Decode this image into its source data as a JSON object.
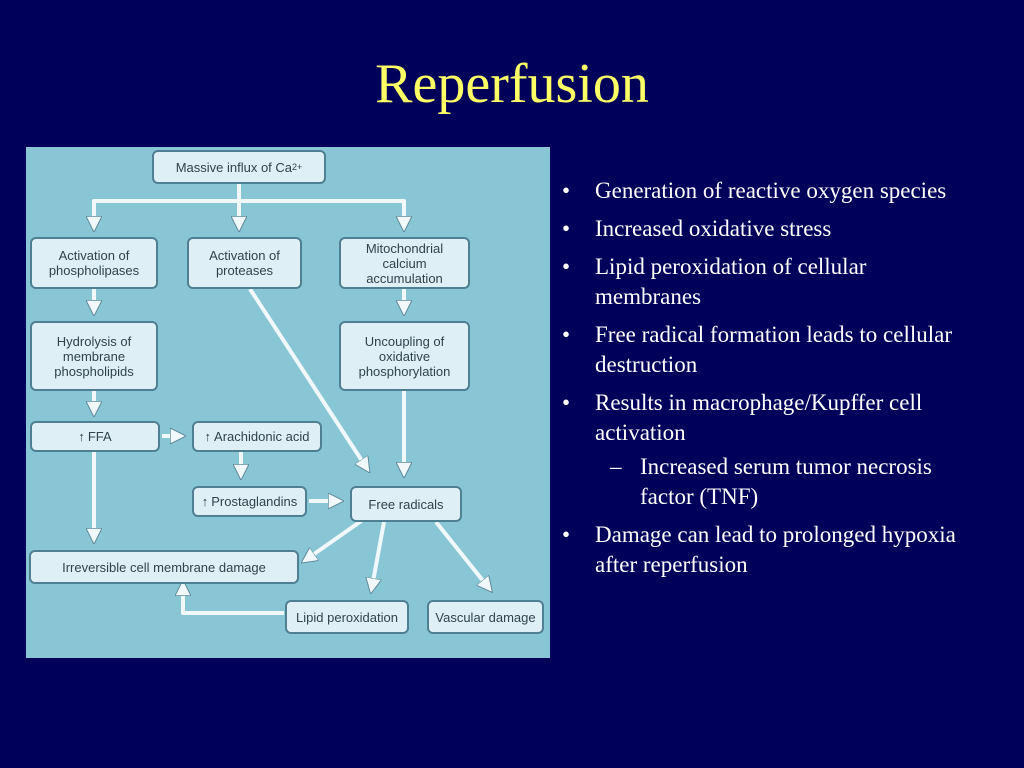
{
  "slide": {
    "title": "Reperfusion"
  },
  "diagram": {
    "nodes": {
      "calcium": {
        "text": "Massive influx of Ca",
        "sup": "2+"
      },
      "phospholipases": {
        "text": "Activation of phospholipases"
      },
      "proteases": {
        "text": "Activation of proteases"
      },
      "mito": {
        "text": "Mitochondrial calcium accumulation"
      },
      "hydrolysis": {
        "text": "Hydrolysis of membrane phospholipids"
      },
      "uncoupling": {
        "text": "Uncoupling of oxidative phosphorylation"
      },
      "ffa": {
        "text": "FFA"
      },
      "arachidonic": {
        "text": "Arachidonic acid"
      },
      "prostaglandins": {
        "text": "Prostaglandins"
      },
      "radicals": {
        "text": "Free radicals"
      },
      "irreversible": {
        "text": "Irreversible cell membrane damage"
      },
      "lipid": {
        "text": "Lipid peroxidation"
      },
      "vascular": {
        "text": "Vascular damage"
      }
    },
    "increase_symbol": "↑"
  },
  "bullets": [
    {
      "text": "Generation of reactive oxygen species"
    },
    {
      "text": "Increased oxidative stress"
    },
    {
      "text": "Lipid peroxidation of cellular membranes"
    },
    {
      "text": "Free radical formation leads to cellular destruction"
    },
    {
      "text": "Results in macrophage/Kupffer cell activation",
      "sub": [
        {
          "text": "Increased serum tumor necrosis factor (TNF)"
        }
      ]
    },
    {
      "text": "Damage can lead to prolonged hypoxia after reperfusion"
    }
  ],
  "symbols": {
    "bullet": "•",
    "dash": "–"
  },
  "colors": {
    "background": "#00005a",
    "title": "#ffff66",
    "figure_background": "#88c6d6",
    "box_fill": "#def0f6",
    "box_border": "#4f7f92",
    "arrow": "#f1f8fb"
  }
}
